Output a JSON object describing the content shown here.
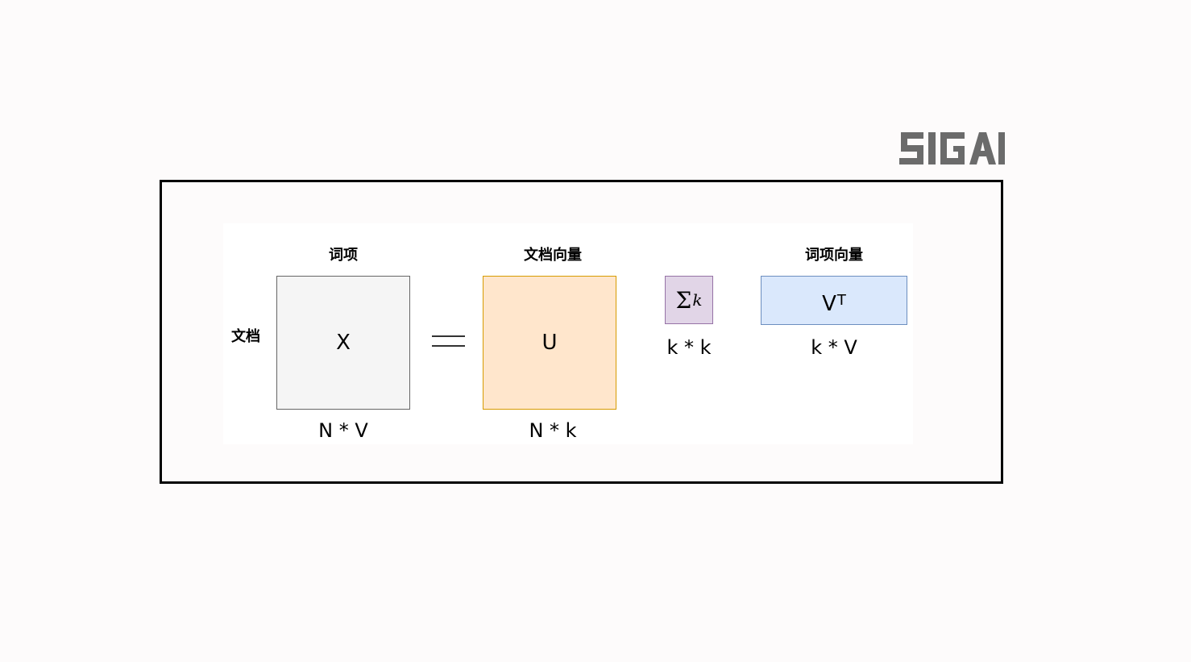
{
  "logo": {
    "text": "SIGAI"
  },
  "diagram": {
    "row_label": "文档",
    "x_matrix": {
      "col_label": "词项",
      "symbol": "X",
      "dims": "N * V"
    },
    "equals": "=",
    "u_matrix": {
      "col_label": "文档向量",
      "symbol": "U",
      "dims": "N * k"
    },
    "sigma_matrix": {
      "symbol": "Σ",
      "subscript": "k",
      "dims": "k * k"
    },
    "vt_matrix": {
      "col_label": "词项向量",
      "symbol": "V",
      "superscript": "T",
      "dims": "k * V"
    }
  },
  "colors": {
    "x_fill": "#f5f5f5",
    "x_stroke": "#666666",
    "u_fill": "#ffe6cc",
    "u_stroke": "#d79b00",
    "sigma_fill": "#e1d5e7",
    "sigma_stroke": "#9673a6",
    "vt_fill": "#dae8fc",
    "vt_stroke": "#6c8ebf",
    "logo": "#6b6b6b"
  }
}
